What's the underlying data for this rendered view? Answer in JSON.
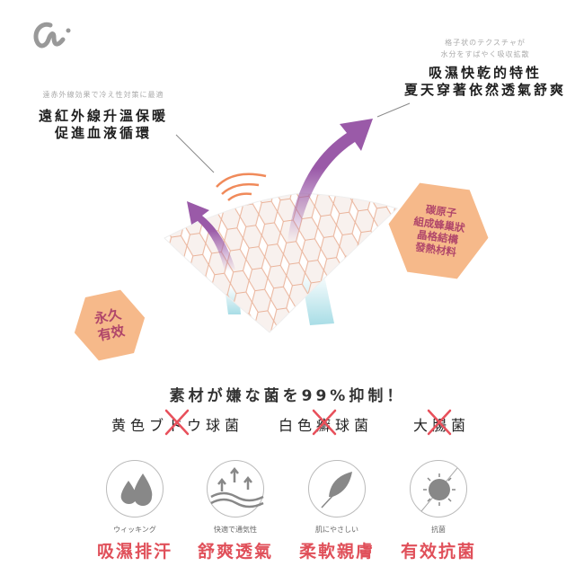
{
  "logo": "Ch",
  "right_callout": {
    "jp_lines": [
      "格子状のテクスチャが",
      "水分をすばやく吸収拡散"
    ],
    "lines": [
      "吸濕快乾的特性",
      "夏天穿著依然透氣舒爽"
    ]
  },
  "left_callout": {
    "jp": "遠赤外線効果で冷え性対策に最適",
    "lines": [
      "遠紅外線升溫保暖",
      "促進血液循環"
    ]
  },
  "hex_right": {
    "lines": [
      "碳原子",
      "組成蜂巢狀",
      "晶格結構",
      "發熱材料"
    ]
  },
  "hex_left": {
    "lines": [
      "永久",
      "有效"
    ]
  },
  "headline": "素材が嫌な菌を99%抑制！",
  "bacteria": [
    "黄色ブドウ球菌",
    "白色癬球菌",
    "大腸菌"
  ],
  "features": [
    {
      "icon": "water-drops-icon",
      "jp": "ウィッキング",
      "label": "吸濕排汗"
    },
    {
      "icon": "breathable-waves-icon",
      "jp": "快適で通気性",
      "label": "舒爽透氣"
    },
    {
      "icon": "feather-icon",
      "jp": "肌にやさしい",
      "label": "柔軟親膚"
    },
    {
      "icon": "antibacterial-icon",
      "jp": "抗菌",
      "label": "有效抗菌"
    }
  ],
  "colors": {
    "accent_red": "#e0505a",
    "hex_fill": "#f6b98a",
    "arrow": "#9a5aa8"
  }
}
